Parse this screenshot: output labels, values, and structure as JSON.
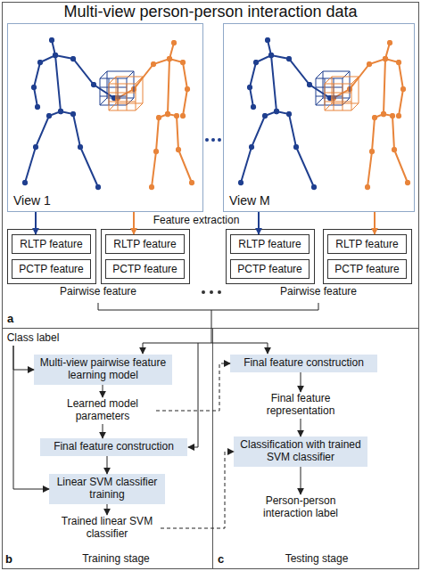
{
  "diagram": {
    "title": "Multi-view person-person interaction data",
    "nodes": [
      {
        "text": [
          "View 1"
        ]
      },
      {
        "text": [
          "View M"
        ]
      },
      {
        "text": [
          "RLTP feature"
        ]
      },
      {
        "text": [
          "PCTP feature"
        ]
      },
      {
        "text": [
          "RLTP feature"
        ]
      },
      {
        "text": [
          "PCTP feature"
        ]
      },
      {
        "text": [
          "RLTP feature"
        ]
      },
      {
        "text": [
          "PCTP feature"
        ]
      },
      {
        "text": [
          "RLTP feature"
        ]
      },
      {
        "text": [
          "PCTP feature"
        ]
      },
      {
        "text": [
          "Class label"
        ]
      },
      {
        "text": [
          "Multi-view pairwise feature learning model"
        ]
      },
      {
        "text": [
          "Final feature construction"
        ]
      },
      {
        "text": [
          "Learned model parameters"
        ]
      },
      {
        "text": [
          "Final feature representation"
        ]
      },
      {
        "text": [
          "Final feature construction"
        ]
      },
      {
        "text": [
          "Classification with trained SVM classifier"
        ]
      },
      {
        "text": [
          "Linear SVM classifier training"
        ]
      },
      {
        "text": [
          "Person-person interaction label"
        ]
      },
      {
        "text": [
          "Trained linear SVM classifier"
        ]
      }
    ],
    "edges": [
      {
        "from": 0,
        "to": 2,
        "arrow": "to"
      },
      {
        "from": 0,
        "to": 4,
        "arrow": "to"
      },
      {
        "from": 1,
        "to": 6,
        "arrow": "to"
      },
      {
        "from": 1,
        "to": 8,
        "arrow": "to"
      },
      {
        "from": 10,
        "to": 11,
        "arrow": "to"
      },
      {
        "from": 10,
        "to": 17,
        "arrow": "to"
      },
      {
        "from": 11,
        "to": 13,
        "arrow": "to"
      },
      {
        "from": 13,
        "to": 15,
        "arrow": "to"
      },
      {
        "from": 13,
        "to": 12,
        "arrow": "to"
      },
      {
        "from": 15,
        "to": 17,
        "arrow": "to"
      },
      {
        "from": 17,
        "to": 19,
        "arrow": "to"
      },
      {
        "from": 19,
        "to": 16,
        "arrow": "to"
      },
      {
        "from": 12,
        "to": 14,
        "arrow": "to"
      },
      {
        "from": 14,
        "to": 16,
        "arrow": "to"
      },
      {
        "from": 16,
        "to": 18,
        "arrow": "to"
      }
    ],
    "labels": [
      "Feature extraction",
      "Pairwise feature",
      "Pairwise feature",
      "a",
      "b",
      "Training stage",
      "c",
      "Testing stage"
    ]
  }
}
